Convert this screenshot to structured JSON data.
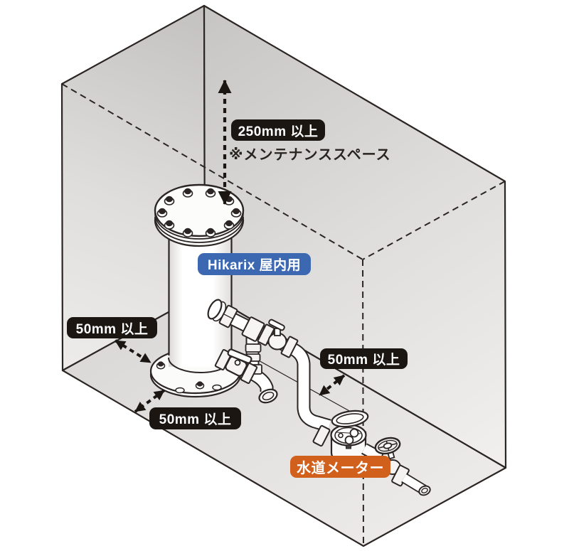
{
  "diagram": {
    "labels": {
      "top_clearance": "250mm 以上",
      "maintenance_note": "※メンテナンススペース",
      "device_name": "Hikarix 屋内用",
      "left_clearance": "50mm 以上",
      "front_clearance": "50mm 以上",
      "right_clearance": "50mm 以上",
      "water_meter": "水道メーター"
    },
    "colors": {
      "clearance_label_bg": "#1c1613",
      "device_label_bg": "#3c67b1",
      "meter_label_bg": "#d2601d",
      "label_text": "#ffffff",
      "outline": "#2b2523"
    }
  }
}
